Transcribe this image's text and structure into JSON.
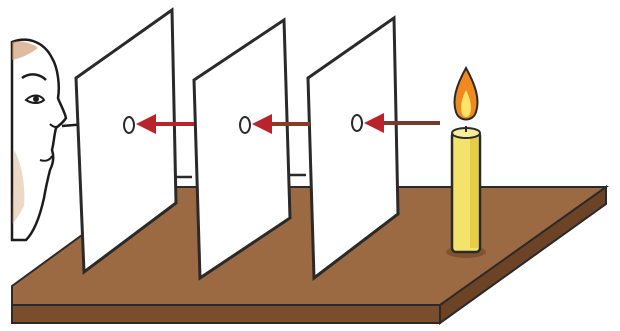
{
  "scene": {
    "depicts": [
      "face",
      "three-cards-with-aligned-holes",
      "light-ray-arrows",
      "lit-candle",
      "wooden-table"
    ],
    "colors": {
      "background": "#ffffff",
      "table_top": "#9b6a43",
      "table_edge": "#7a4d2c",
      "card": "#ffffff",
      "card_outline": "#2a2a2a",
      "arrow": "#b8242b",
      "arrow_shaft": "#7a3a2a",
      "candle_body": "#f3e36a",
      "candle_shade": "#e3c63c",
      "flame_outer": "#f08a1e",
      "flame_inner": "#ffe36b",
      "face_stroke": "#1c1c1c",
      "face_fill": "#ffffff",
      "face_shadow": "#c9905f"
    },
    "cards_count": 3,
    "arrows_count": 3
  }
}
